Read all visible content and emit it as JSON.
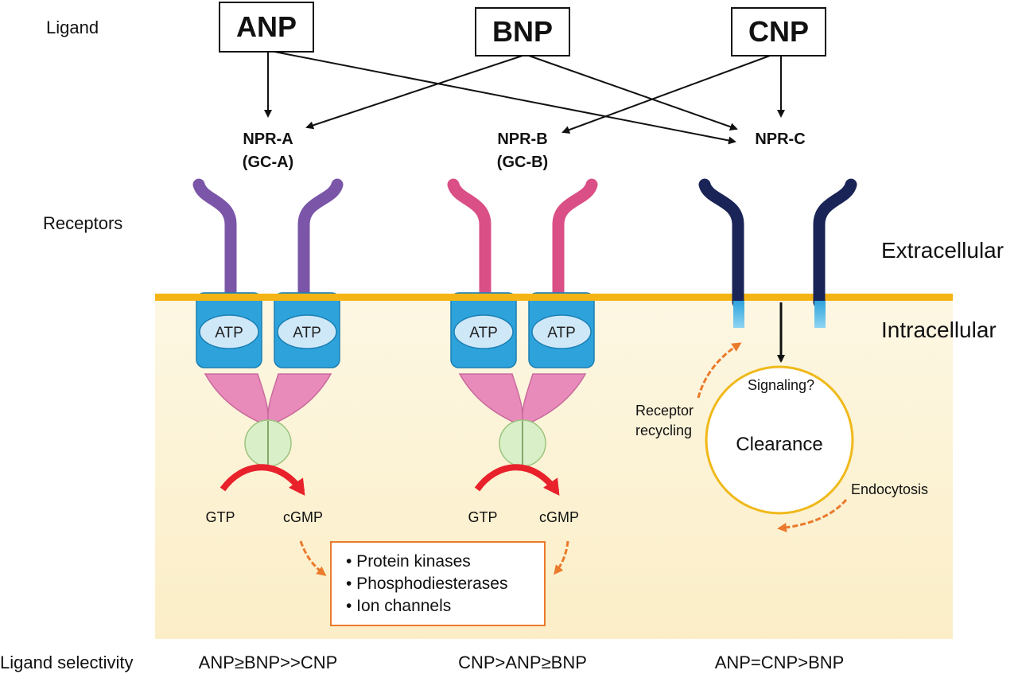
{
  "row_labels": {
    "ligand": "Ligand",
    "receptors": "Receptors",
    "selectivity": "Ligand selectivity"
  },
  "ligands": [
    "ANP",
    "BNP",
    "CNP"
  ],
  "receptors": {
    "npr_a": [
      "NPR-A",
      "(GC-A)"
    ],
    "npr_b": [
      "NPR-B",
      "(GC-B)"
    ],
    "npr_c": [
      "NPR-C"
    ]
  },
  "regions": {
    "extracellular": "Extracellular",
    "intracellular": "Intracellular"
  },
  "domains": {
    "atp": "ATP",
    "gtp": "GTP",
    "cgmp": "cGMP"
  },
  "npr_c_pathway": {
    "signaling": "Signaling?",
    "clearance": "Clearance",
    "recycling": [
      "Receptor",
      "recycling"
    ],
    "endocytosis": "Endocytosis"
  },
  "effectors": [
    "• Protein kinases",
    "• Phosphodiesterases",
    "• Ion channels"
  ],
  "selectivity": {
    "npr_a": "ANP≥BNP>>CNP",
    "npr_b": "CNP>ANP≥BNP",
    "npr_c": "ANP=CNP>BNP"
  },
  "colors": {
    "membrane": "#f5b415",
    "intracellular_bg": "#fdf6df",
    "npr_a": "#7a55a8",
    "npr_b": "#d94f86",
    "npr_c": "#1a2456",
    "kinase_blue": "#2ea3db",
    "atp_pale": "#cfe8f8",
    "hinge_pink": "#e88bbb",
    "gc_green": "#d9efc8",
    "cgmp_arrow": "#e8212b",
    "orange_arrow": "#ea7a2c",
    "clearance_ring": "#f0b91a"
  }
}
